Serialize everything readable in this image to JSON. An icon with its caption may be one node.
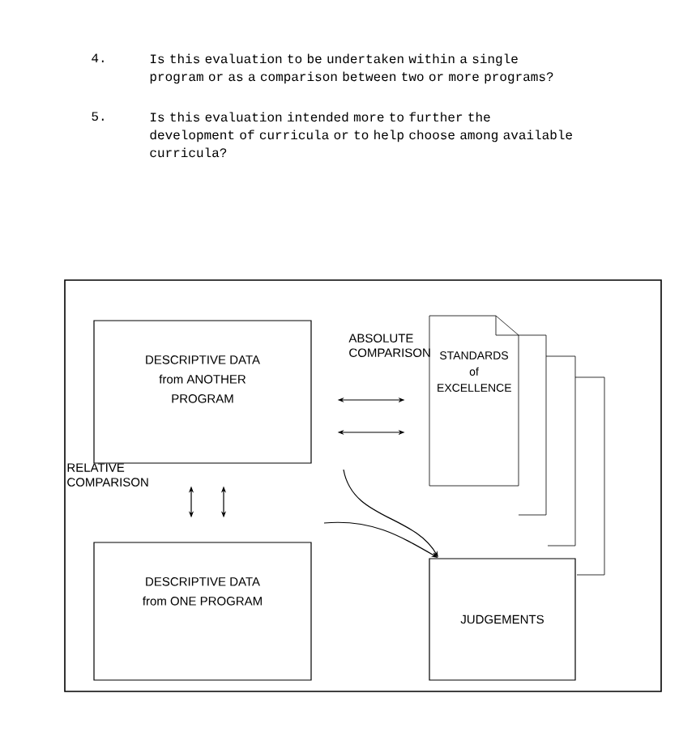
{
  "diagram": {
    "nodes": [
      {
        "text": [],
        "shape": "box"
      },
      {
        "text": [
          "DESCRIPTIVE DATA from ANOTHER PROGRAM"
        ],
        "in": 0
      },
      {
        "text": [
          "STANDARDS of EXCELLENCE"
        ],
        "in": 0
      },
      {
        "text": [
          "DESCRIPTIVE DATA from ONE PROGRAM"
        ],
        "in": 0
      },
      {
        "text": [
          "JUDGEMENTS"
        ],
        "in": 0
      }
    ],
    "edges": [
      {
        "from": 1,
        "to": 2,
        "arrow": "both"
      },
      {
        "from": 1,
        "to": 2,
        "arrow": "both"
      },
      {
        "from": 1,
        "to": 3,
        "arrow": "both"
      },
      {
        "from": 1,
        "to": 3,
        "arrow": "both"
      },
      {
        "from": null,
        "to": 4,
        "arrow": "to"
      },
      {
        "from": null,
        "to": 4,
        "arrow": "to"
      }
    ],
    "labels": [
      "4.",
      "Is this evaluation to be undertaken within a single program or as a comparison between two or more programs?",
      "5.",
      "Is this evaluation intended more to further the development of curricula or to help choose among available curricula?",
      "ABSOLUTE COMPARISON",
      "RELATIVE COMPARISON"
    ]
  }
}
